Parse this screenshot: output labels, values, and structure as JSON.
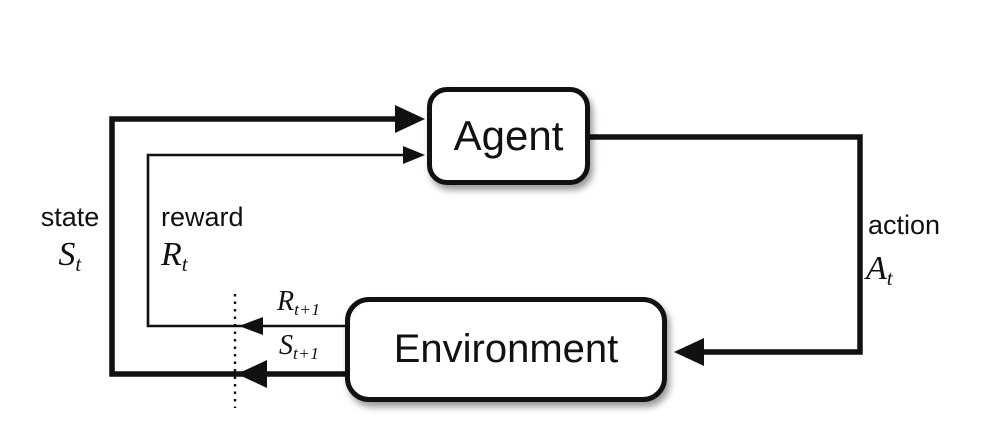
{
  "diagram": {
    "title": "agent-environment-interaction",
    "agent_box": {
      "label": "Agent"
    },
    "environment_box": {
      "label": "Environment"
    },
    "labels": {
      "state": {
        "word": "state",
        "symbol_base": "S",
        "symbol_sub": "t"
      },
      "reward": {
        "word": "reward",
        "symbol_base": "R",
        "symbol_sub": "t"
      },
      "action": {
        "word": "action",
        "symbol_base": "A",
        "symbol_sub": "t"
      },
      "next_reward": {
        "symbol_base": "R",
        "symbol_sub": "t+1"
      },
      "next_state": {
        "symbol_base": "S",
        "symbol_sub": "t+1"
      }
    },
    "colors": {
      "line": "#111111",
      "background": "#ffffff",
      "box_fill": "#ffffff",
      "text": "#111111"
    }
  }
}
